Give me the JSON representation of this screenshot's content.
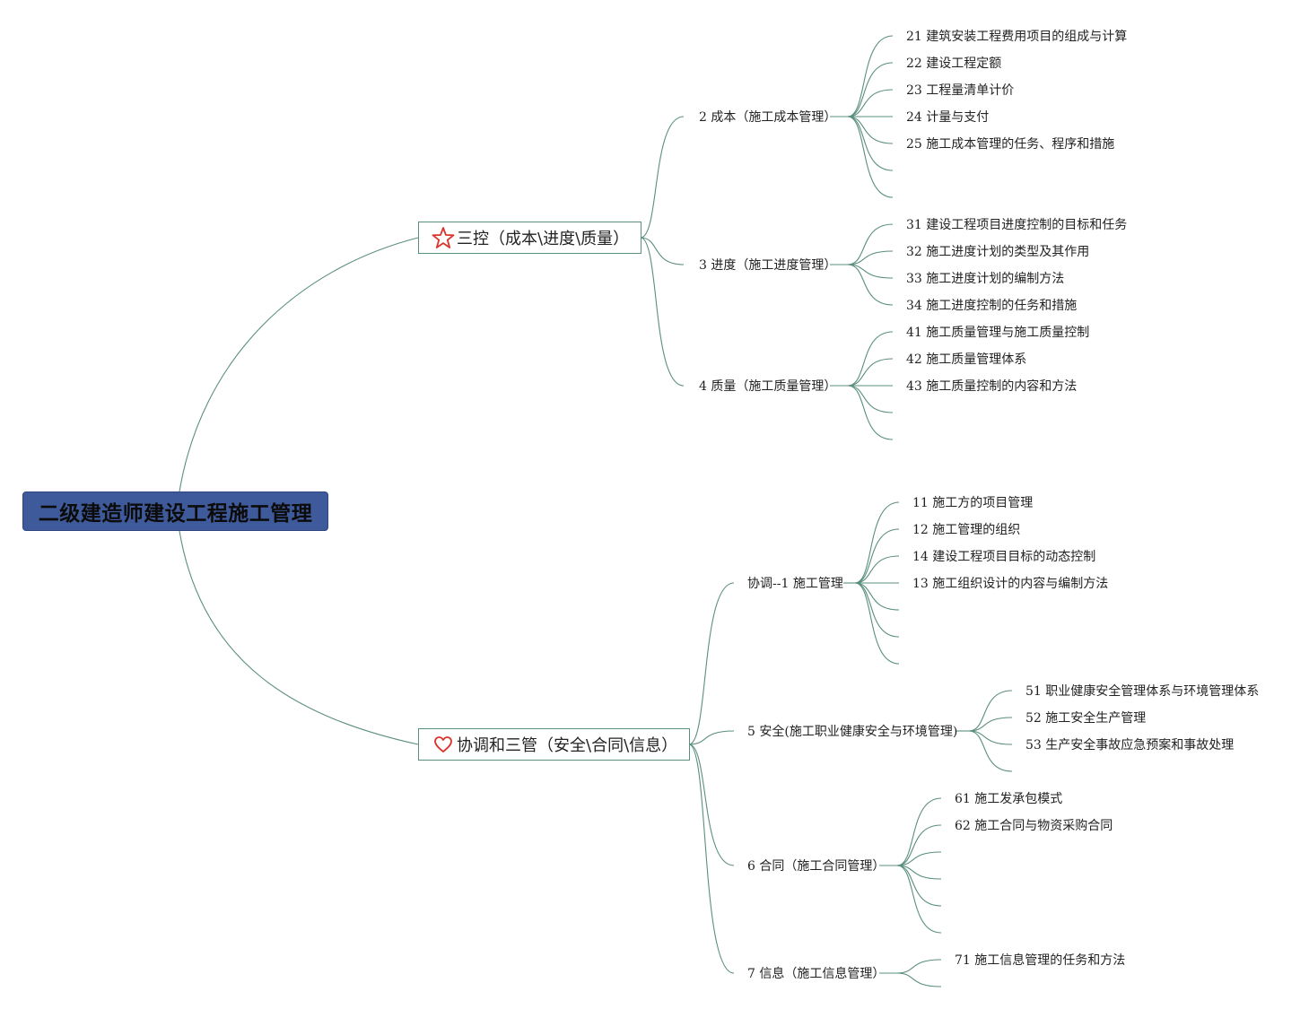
{
  "root": {
    "label": "二级建造师建设工程施工管理"
  },
  "topics": [
    {
      "label": "三控（成本\\进度\\质量）",
      "icon": "star-icon",
      "subtopics": [
        {
          "label": "2 成本（施工成本管理）",
          "leaves": [
            "21 建筑安装工程费用项目的组成与计算",
            "22 建设工程定额",
            "23 工程量清单计价",
            "24 计量与支付",
            "25 施工成本管理的任务、程序和措施",
            "",
            ""
          ]
        },
        {
          "label": "3 进度（施工进度管理）",
          "leaves": [
            "31 建设工程项目进度控制的目标和任务",
            "32 施工进度计划的类型及其作用",
            "33 施工进度计划的编制方法",
            "34 施工进度控制的任务和措施"
          ]
        },
        {
          "label": "4 质量（施工质量管理）",
          "leaves": [
            "41 施工质量管理与施工质量控制",
            "42 施工质量管理体系",
            "43 施工质量控制的内容和方法",
            "",
            ""
          ]
        }
      ]
    },
    {
      "label": "协调和三管（安全\\合同\\信息）",
      "icon": "heart-icon",
      "subtopics": [
        {
          "label": "协调--1 施工管理",
          "leaves": [
            "11 施工方的项目管理",
            "12 施工管理的组织",
            "14 建设工程项目目标的动态控制",
            "13 施工组织设计的内容与编制方法",
            "",
            "",
            ""
          ]
        },
        {
          "label": "5 安全(施工职业健康安全与环境管理)",
          "leaves": [
            "51 职业健康安全管理体系与环境管理体系",
            "52 施工安全生产管理",
            "53 生产安全事故应急预案和事故处理",
            ""
          ]
        },
        {
          "label": "6 合同（施工合同管理）",
          "leaves": [
            "61 施工发承包模式",
            "62 施工合同与物资采购合同",
            "",
            "",
            "",
            ""
          ]
        },
        {
          "label": "7 信息（施工信息管理）",
          "leaves": [
            "71 施工信息管理的任务和方法",
            ""
          ]
        }
      ]
    }
  ],
  "colors": {
    "line": "#5a8f7d",
    "root_fill": "#3f5a9a",
    "icon": "#d9352b"
  }
}
